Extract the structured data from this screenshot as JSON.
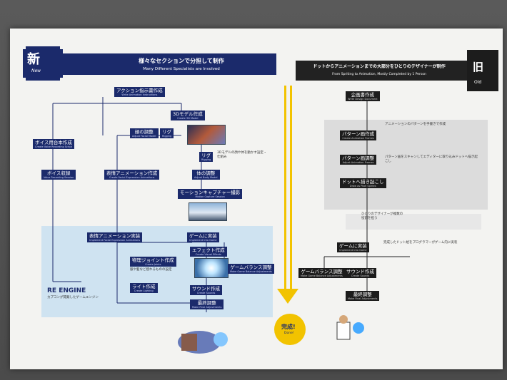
{
  "left_panel": {
    "badge_main": "新",
    "badge_sub": "New",
    "title": "様々なセクションで分担して制作",
    "subtitle": "Many Different Specialists are Involved",
    "nodes": {
      "action": {
        "ja": "アクション指示書作成",
        "en": "Write Animation Instructions"
      },
      "model3d": {
        "ja": "3Dモデル作成",
        "en": "Create 3D Model"
      },
      "face_adjust": {
        "ja": "顔の調整",
        "en": "Adjust Facial Model"
      },
      "rig1": {
        "ja": "リグ",
        "en": "Rigging"
      },
      "voice_script": {
        "ja": "ボイス用台本作成",
        "en": "Create Voice Recording Script"
      },
      "rig2": {
        "ja": "リグ",
        "en": "Rigging"
      },
      "rig2_desc": "3Dモデルの顔や体を動かす設定・仕組み",
      "voice_record": {
        "ja": "ボイス収録",
        "en": "Voice Recording Session"
      },
      "face_anim": {
        "ja": "表情アニメーション作成",
        "en": "Create Facial Expression Animations"
      },
      "body_adjust": {
        "ja": "体の調整",
        "en": "Adjust Body Model"
      },
      "mocap": {
        "ja": "モーションキャプチャー撮影",
        "en": "Motion Capture Session"
      },
      "face_impl": {
        "ja": "表情アニメーション実装",
        "en": "Implement Facial Expression Animations"
      },
      "game_impl": {
        "ja": "ゲームに実装",
        "en": "Implement Into Game"
      },
      "physics": {
        "ja": "物理ジョイント作成",
        "en": "Create Joints"
      },
      "physics_desc": "服や髪など揺れるものの設定",
      "effect": {
        "ja": "エフェクト作成",
        "en": "Create Visual Effects"
      },
      "balance": {
        "ja": "ゲームバランス調整",
        "en": "Make Game Balance Adjustments"
      },
      "light": {
        "ja": "ライト作成",
        "en": "Create Lighting"
      },
      "sound": {
        "ja": "サウンド作成",
        "en": "Create Sounds"
      },
      "final": {
        "ja": "最終調整",
        "en": "Make Final Adjustments"
      }
    },
    "engine_title": "RE ENGINE",
    "engine_sub": "カプコンが開発したゲームエンジン"
  },
  "center": {
    "done_ja": "完成!",
    "done_en": "Done!"
  },
  "right_panel": {
    "badge_main": "旧",
    "badge_sub": "Old",
    "title": "ドットからアニメーションまでの大部分をひとりのデザイナーが制作",
    "subtitle": "From Spriting to Animation, Mostly Completed by 1 Person",
    "nodes": {
      "plan": {
        "ja": "企画書作成",
        "en": "Write Design Document"
      },
      "pattern_make": {
        "ja": "パターン画作成",
        "en": "Create Animation Frames"
      },
      "pattern_adjust": {
        "ja": "パターン画調整",
        "en": "Adjust Animation Frames"
      },
      "dot": {
        "ja": "ドットへ描き起こし",
        "en": "Draw as Pixel Sprites"
      },
      "game_impl": {
        "ja": "ゲームに実装",
        "en": "Implement Into Game"
      },
      "balance": {
        "ja": "ゲームバランス調整",
        "en": "Make Game Balance Adjustments"
      },
      "sound": {
        "ja": "サウンド作成",
        "en": "Create Sounds"
      },
      "final": {
        "ja": "最終調整",
        "en": "Make Final Adjustments"
      }
    },
    "pattern_note": "アニメーションのパターンを手書きで作成",
    "dot_note": "パターン画をスキャンしてエディターに取り込みドットへ描き起こし",
    "one_designer_note": "ひとりのデザイナーが複数の役割を担う",
    "impl_note": "完成したドット絵をプログラマーがゲーム内に実装"
  },
  "colors": {
    "navy": "#1b2a6b",
    "black": "#1c1c1c",
    "light_blue": "#cfe3f1",
    "yellow": "#f2c300"
  }
}
